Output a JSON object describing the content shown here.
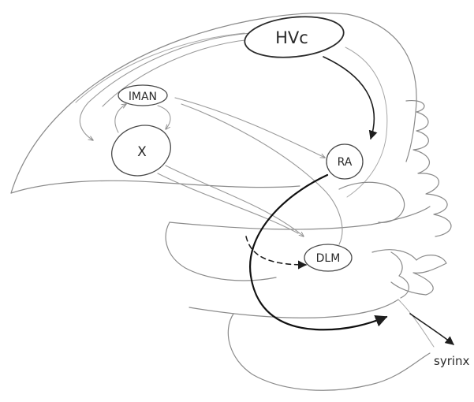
{
  "nuclei": {
    "hvc": "HVc",
    "lman": "lMAN",
    "x": "X",
    "ra": "RA",
    "dlm": "DLM"
  },
  "output": {
    "syrinx": "syrinx"
  }
}
